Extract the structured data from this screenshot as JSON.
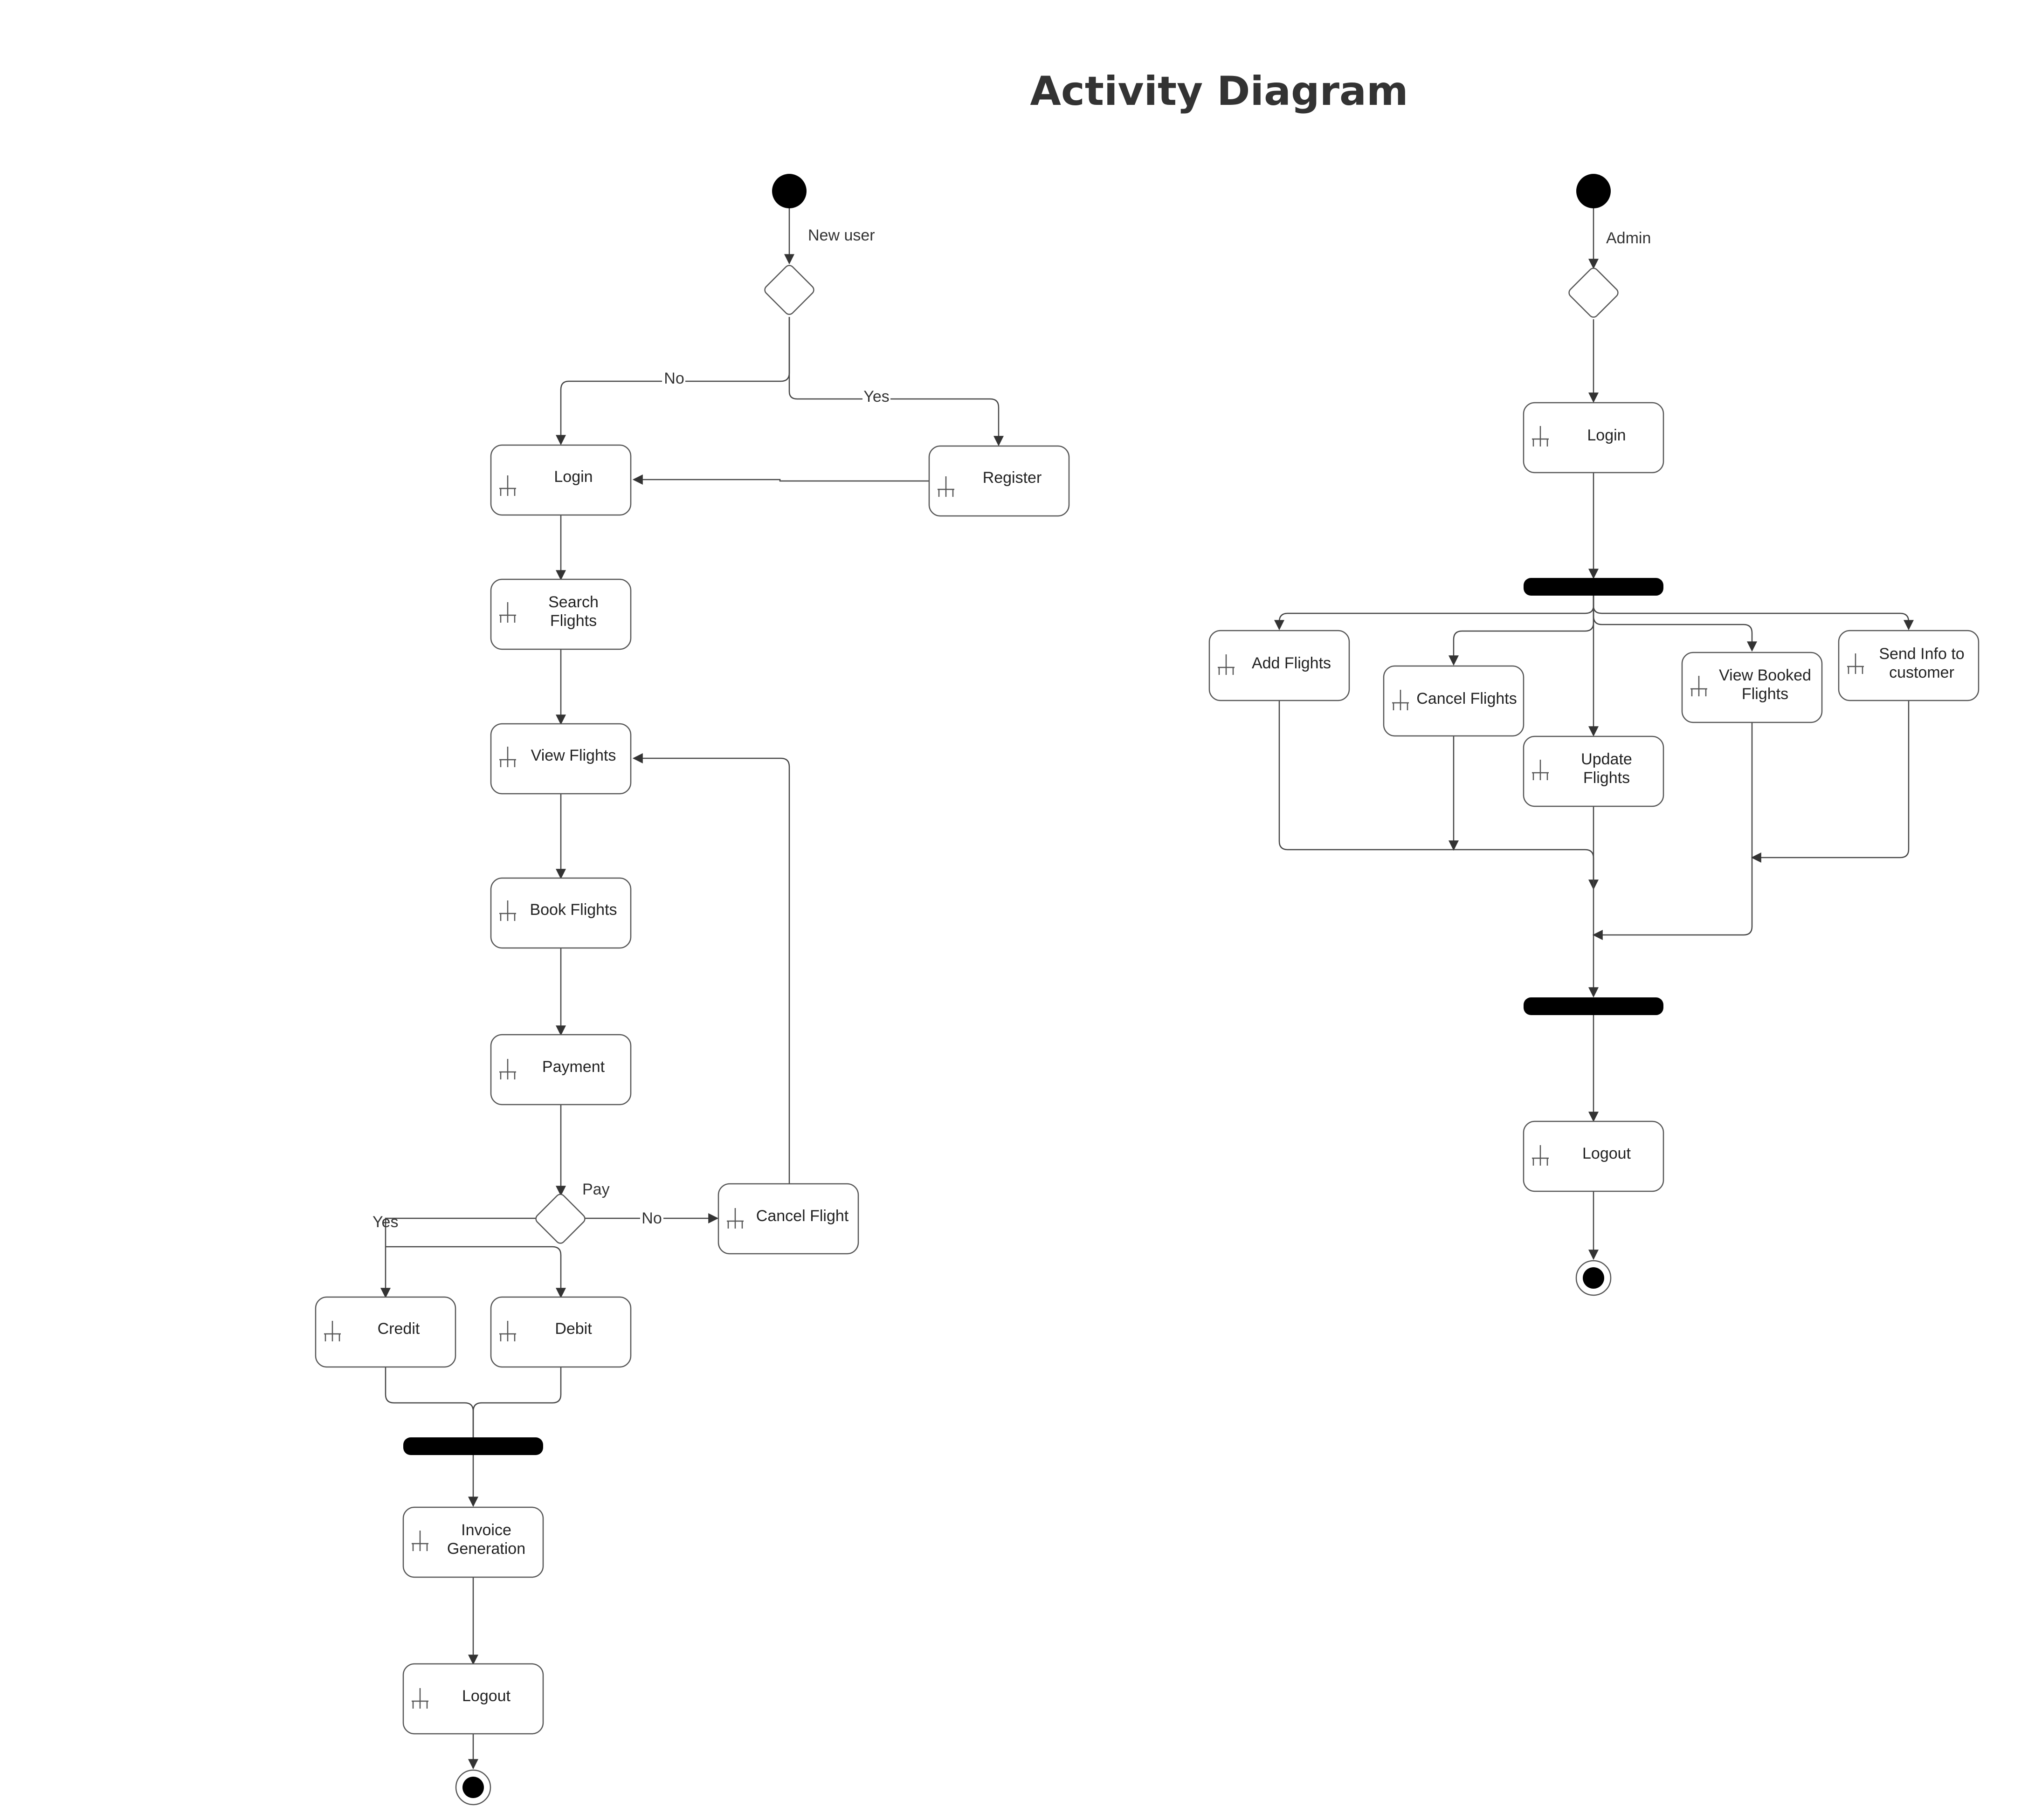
{
  "title": "Activity Diagram",
  "colors": {
    "line": "#444444",
    "fill": "#000000",
    "box_border": "#555555",
    "text": "#222222"
  },
  "user_flow": {
    "start_label": "New user",
    "branch_no": "No",
    "branch_yes": "Yes",
    "login": "Login",
    "register": "Register",
    "search_flights": [
      "Search",
      "Flights"
    ],
    "view_flights": "View Flights",
    "book_flights": "Book Flights",
    "payment": "Payment",
    "pay_label": "Pay",
    "pay_yes": "Yes",
    "pay_no": "No",
    "cancel_flight": "Cancel Flight",
    "credit": "Credit",
    "debit": "Debit",
    "invoice": [
      "Invoice",
      "Generation"
    ],
    "logout": "Logout"
  },
  "admin_flow": {
    "start_label": "Admin",
    "login": "Login",
    "add_flights": "Add Flights",
    "cancel_flights": "Cancel Flights",
    "update_flights": [
      "Update",
      "Flights"
    ],
    "view_booked": [
      "View Booked",
      "Flights"
    ],
    "send_info": [
      "Send Info to",
      "customer"
    ],
    "logout": "Logout"
  }
}
